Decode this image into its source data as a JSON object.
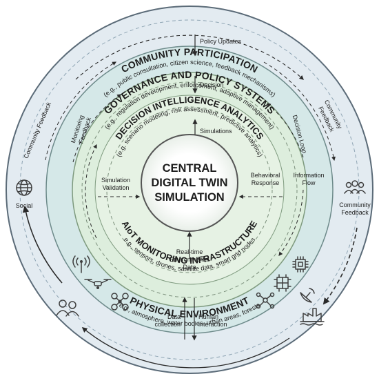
{
  "rings": {
    "community": {
      "title": "COMMUNITY PARTICIPATION",
      "subtitle": "(e.g., public consultation, citizen science, feedback mechanisms)",
      "color": "#dde7ee"
    },
    "governance": {
      "title": "GOVERNANCE AND POLICY SYSTEMS",
      "subtitle": "(e.g., regulation development, enforcement, adaptive management)",
      "color": "#d4e6e6"
    },
    "decision": {
      "title": "DECISION INTELLIGENCE ANALYTICS",
      "subtitle": "(e.g. scenario modeling, risk assessment, predictive analytics)",
      "color": "#dcebdc"
    },
    "aiot": {
      "title": "AIoT MONITORING INFRASTRUCTURE",
      "subtitle": "e.g., sensors, drones, satellite data, smart grid nodes"
    },
    "physical": {
      "title": "PHYSICAL ENVIRONMENT",
      "subtitle": "e.g., atmosphere, water bodies, urban areas, forests"
    }
  },
  "core": {
    "line1": "CENTRAL",
    "line2": "DIGITAL TWIN",
    "line3": "SIMULATION"
  },
  "labels": {
    "policy_updates": "Policy Updates",
    "decision": "Decision",
    "simulations": "Simulations",
    "community_feedback_left": "Community Feedback",
    "community_feedback_right_1": "Community",
    "community_feedback_right_2": "Feedback",
    "monitoring_feedback_1": "Monitoring",
    "monitoring_feedback_2": "Feedback",
    "decision_loop": "Decision Loop",
    "simulation_validation_1": "Simulation",
    "simulation_validation_2": "Validation",
    "behavioral_response_1": "Behavioral",
    "behavioral_response_2": "Response",
    "information_flow_1": "Information",
    "information_flow_2": "Flow",
    "social": "Social",
    "community_feedback_outer_1": "Community",
    "community_feedback_outer_2": "Feedback",
    "realtime_1": "Real-time",
    "realtime_2": "Environmental",
    "realtime_3": "Data",
    "data_collection_1": "Data",
    "data_collection_2": "collection",
    "human_interaction_1": "Human",
    "human_interaction_2": "interaction"
  },
  "icons": [
    "globe-icon",
    "community-icon",
    "antenna-icon",
    "drone-icon",
    "people-icon",
    "quadcopter-icon",
    "chip-icon",
    "network-icon",
    "satellite-dish-icon",
    "factory-icon"
  ]
}
